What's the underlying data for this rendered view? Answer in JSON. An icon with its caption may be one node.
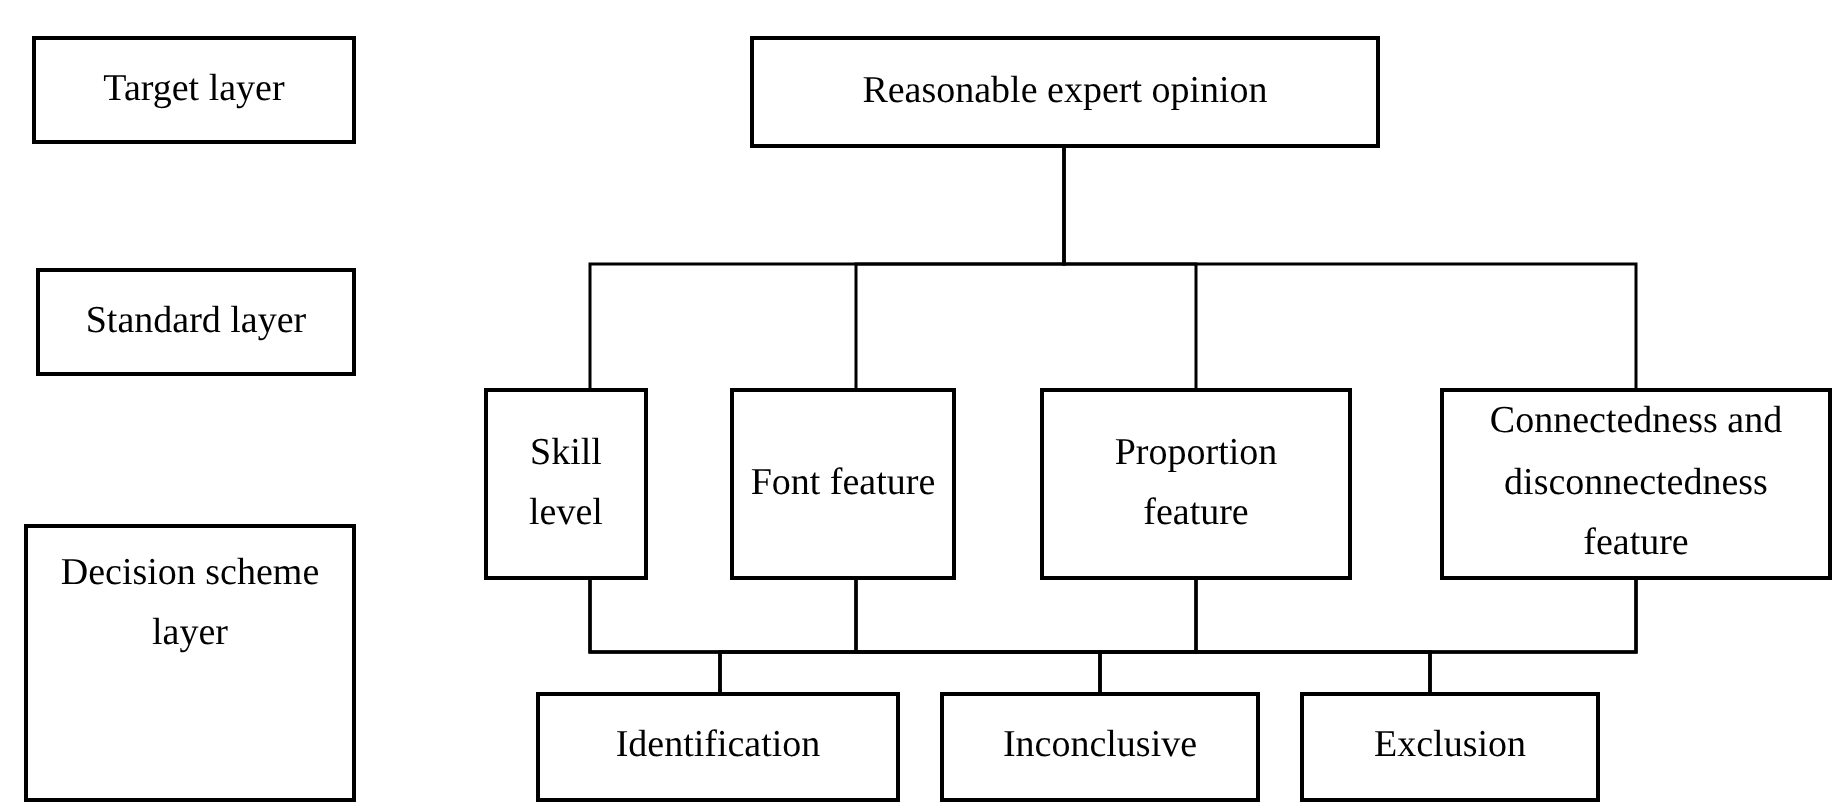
{
  "diagram": {
    "nodes": [
      {
        "text": [
          "Target layer"
        ]
      },
      {
        "text": [
          "Reasonable expert opinion"
        ]
      },
      {
        "text": [
          "Standard layer"
        ]
      },
      {
        "text": [
          "Skill level"
        ]
      },
      {
        "text": [
          "Font feature"
        ]
      },
      {
        "text": [
          "Proportion feature"
        ]
      },
      {
        "text": [
          "Connectedness and disconnectedness feature"
        ]
      },
      {
        "text": [
          "Decision scheme layer"
        ]
      },
      {
        "text": [
          "Identification"
        ]
      },
      {
        "text": [
          "Inconclusive"
        ]
      },
      {
        "text": [
          "Exclusion"
        ]
      }
    ],
    "edges": [
      {
        "from": 1,
        "to": 3,
        "arrow": "none"
      },
      {
        "from": 1,
        "to": 4,
        "arrow": "none"
      },
      {
        "from": 1,
        "to": 5,
        "arrow": "none"
      },
      {
        "from": 1,
        "to": 6,
        "arrow": "none"
      },
      {
        "from": 3,
        "to": 8,
        "arrow": "none"
      },
      {
        "from": 3,
        "to": 9,
        "arrow": "none"
      },
      {
        "from": 3,
        "to": 10,
        "arrow": "none"
      },
      {
        "from": 4,
        "to": 8,
        "arrow": "none"
      },
      {
        "from": 4,
        "to": 9,
        "arrow": "none"
      },
      {
        "from": 4,
        "to": 10,
        "arrow": "none"
      },
      {
        "from": 5,
        "to": 8,
        "arrow": "none"
      },
      {
        "from": 5,
        "to": 9,
        "arrow": "none"
      },
      {
        "from": 5,
        "to": 10,
        "arrow": "none"
      },
      {
        "from": 6,
        "to": 8,
        "arrow": "none"
      },
      {
        "from": 6,
        "to": 9,
        "arrow": "none"
      },
      {
        "from": 6,
        "to": 10,
        "arrow": "none"
      }
    ]
  }
}
